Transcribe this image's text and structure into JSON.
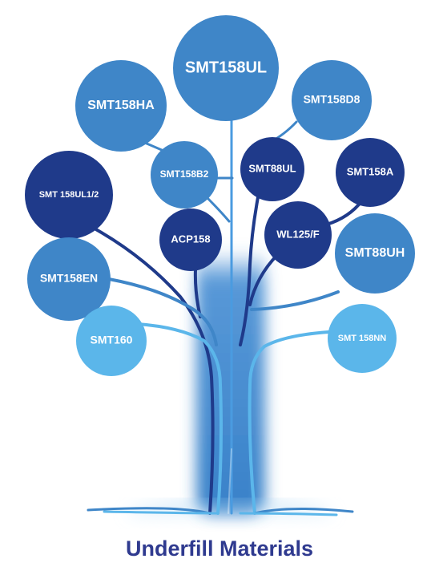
{
  "title": "Underfill Materials",
  "colors": {
    "dark": "#1f3a8a",
    "mid": "#3f86c8",
    "light": "#5bb6ea",
    "trunk": "#3a86d0",
    "title": "#2f3a8f"
  },
  "nodes": [
    {
      "id": "smt158ul",
      "label": "SMT158UL",
      "tone": "mid"
    },
    {
      "id": "smt158ha",
      "label": "SMT158HA",
      "tone": "mid"
    },
    {
      "id": "smt158d8",
      "label": "SMT158D8",
      "tone": "mid"
    },
    {
      "id": "smt158b2",
      "label": "SMT158B2",
      "tone": "mid"
    },
    {
      "id": "smt88ul",
      "label": "SMT88UL",
      "tone": "dark"
    },
    {
      "id": "smt158a",
      "label": "SMT158A",
      "tone": "dark"
    },
    {
      "id": "smt158ul12",
      "label": "SMT 158UL1/2",
      "tone": "dark"
    },
    {
      "id": "acp158",
      "label": "ACP158",
      "tone": "dark"
    },
    {
      "id": "wl125f",
      "label": "WL125/F",
      "tone": "dark"
    },
    {
      "id": "smt88uh",
      "label": "SMT88UH",
      "tone": "mid"
    },
    {
      "id": "smt158en",
      "label": "SMT158EN",
      "tone": "mid"
    },
    {
      "id": "smt160",
      "label": "SMT160",
      "tone": "light"
    },
    {
      "id": "smt158nn",
      "label": "SMT 158NN",
      "tone": "light"
    }
  ]
}
